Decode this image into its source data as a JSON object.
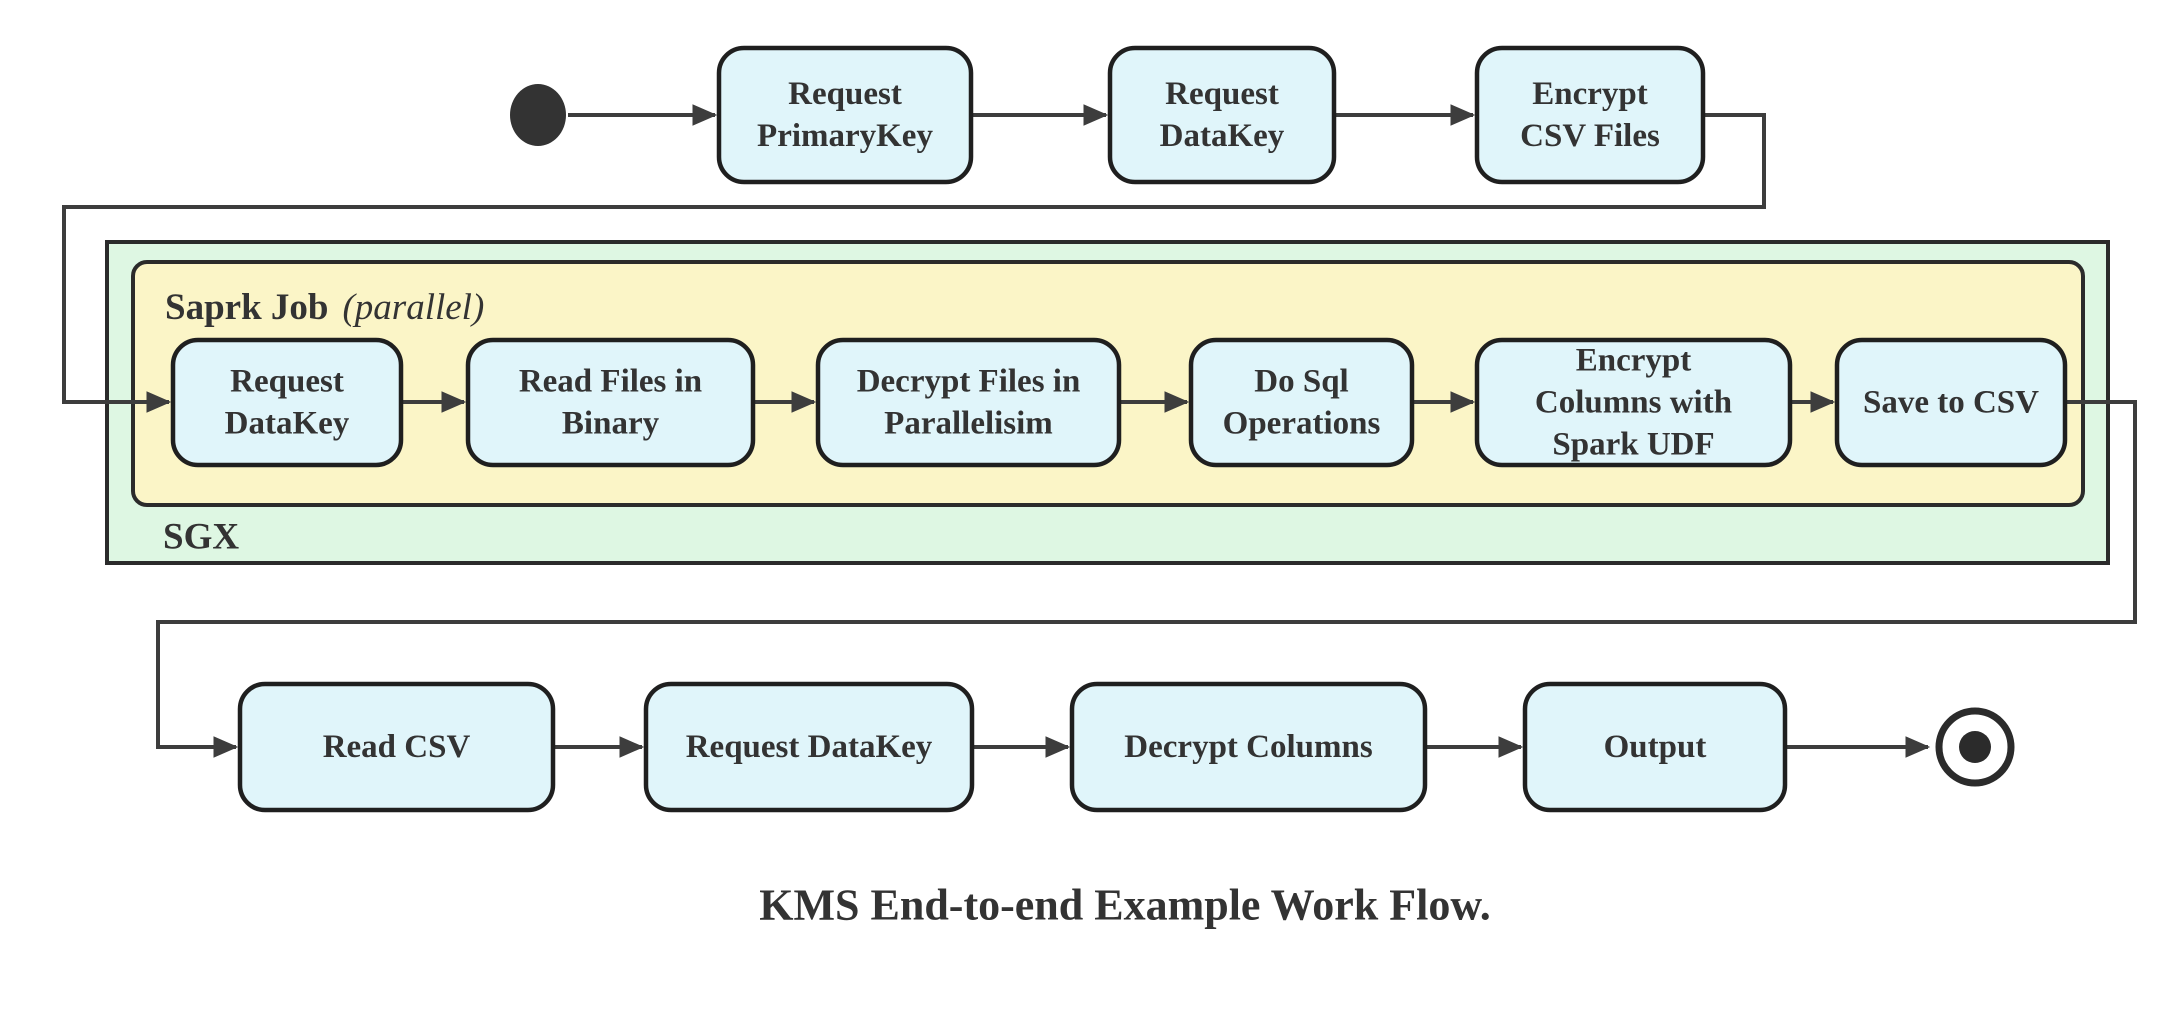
{
  "diagram": {
    "caption": "KMS End-to-end Example Work Flow.",
    "containers": {
      "sgx": {
        "label": "SGX"
      },
      "spark_job": {
        "label": "Saprk Job",
        "qualifier": "(parallel)"
      }
    },
    "icons": {
      "start_state": "filled-circle",
      "end_state": "bullseye-circle"
    },
    "nodes": [
      {
        "id": "request-primarykey",
        "label": "Request PrimaryKey",
        "lines": [
          "Request",
          "PrimaryKey"
        ]
      },
      {
        "id": "request-datakey-top",
        "label": "Request DataKey",
        "lines": [
          "Request",
          "DataKey"
        ]
      },
      {
        "id": "encrypt-csv-files",
        "label": "Encrypt CSV Files",
        "lines": [
          "Encrypt",
          "CSV Files"
        ]
      },
      {
        "id": "request-datakey-sgx",
        "label": "Request DataKey",
        "lines": [
          "Request",
          "DataKey"
        ]
      },
      {
        "id": "read-files-in-binary",
        "label": "Read Files in Binary",
        "lines": [
          "Read Files in",
          "Binary"
        ]
      },
      {
        "id": "decrypt-files-in-parallelisim",
        "label": "Decrypt Files in Parallelisim",
        "lines": [
          "Decrypt Files in",
          "Parallelisim"
        ]
      },
      {
        "id": "do-sql-operations",
        "label": "Do Sql Operations",
        "lines": [
          "Do Sql",
          "Operations"
        ]
      },
      {
        "id": "encrypt-columns-with-spark-udf",
        "label": "Encrypt Columns with Spark UDF",
        "lines": [
          "Encrypt",
          "Columns with",
          "Spark UDF"
        ]
      },
      {
        "id": "save-to-csv",
        "label": "Save to CSV",
        "lines": [
          "Save to CSV"
        ]
      },
      {
        "id": "read-csv",
        "label": "Read CSV",
        "lines": [
          "Read CSV"
        ]
      },
      {
        "id": "request-datakey-bottom",
        "label": "Request DataKey",
        "lines": [
          "Request DataKey"
        ]
      },
      {
        "id": "decrypt-columns",
        "label": "Decrypt Columns",
        "lines": [
          "Decrypt Columns"
        ]
      },
      {
        "id": "output",
        "label": "Output",
        "lines": [
          "Output"
        ]
      }
    ],
    "colors": {
      "node_fill": "#e0f5fa",
      "node_border": "#1f1f1f",
      "line": "#3d3d3d",
      "text": "#333333",
      "sgx_fill": "#def7e3",
      "spark_job_fill": "#fbf5c7",
      "container_border": "#2b2b2b"
    }
  }
}
